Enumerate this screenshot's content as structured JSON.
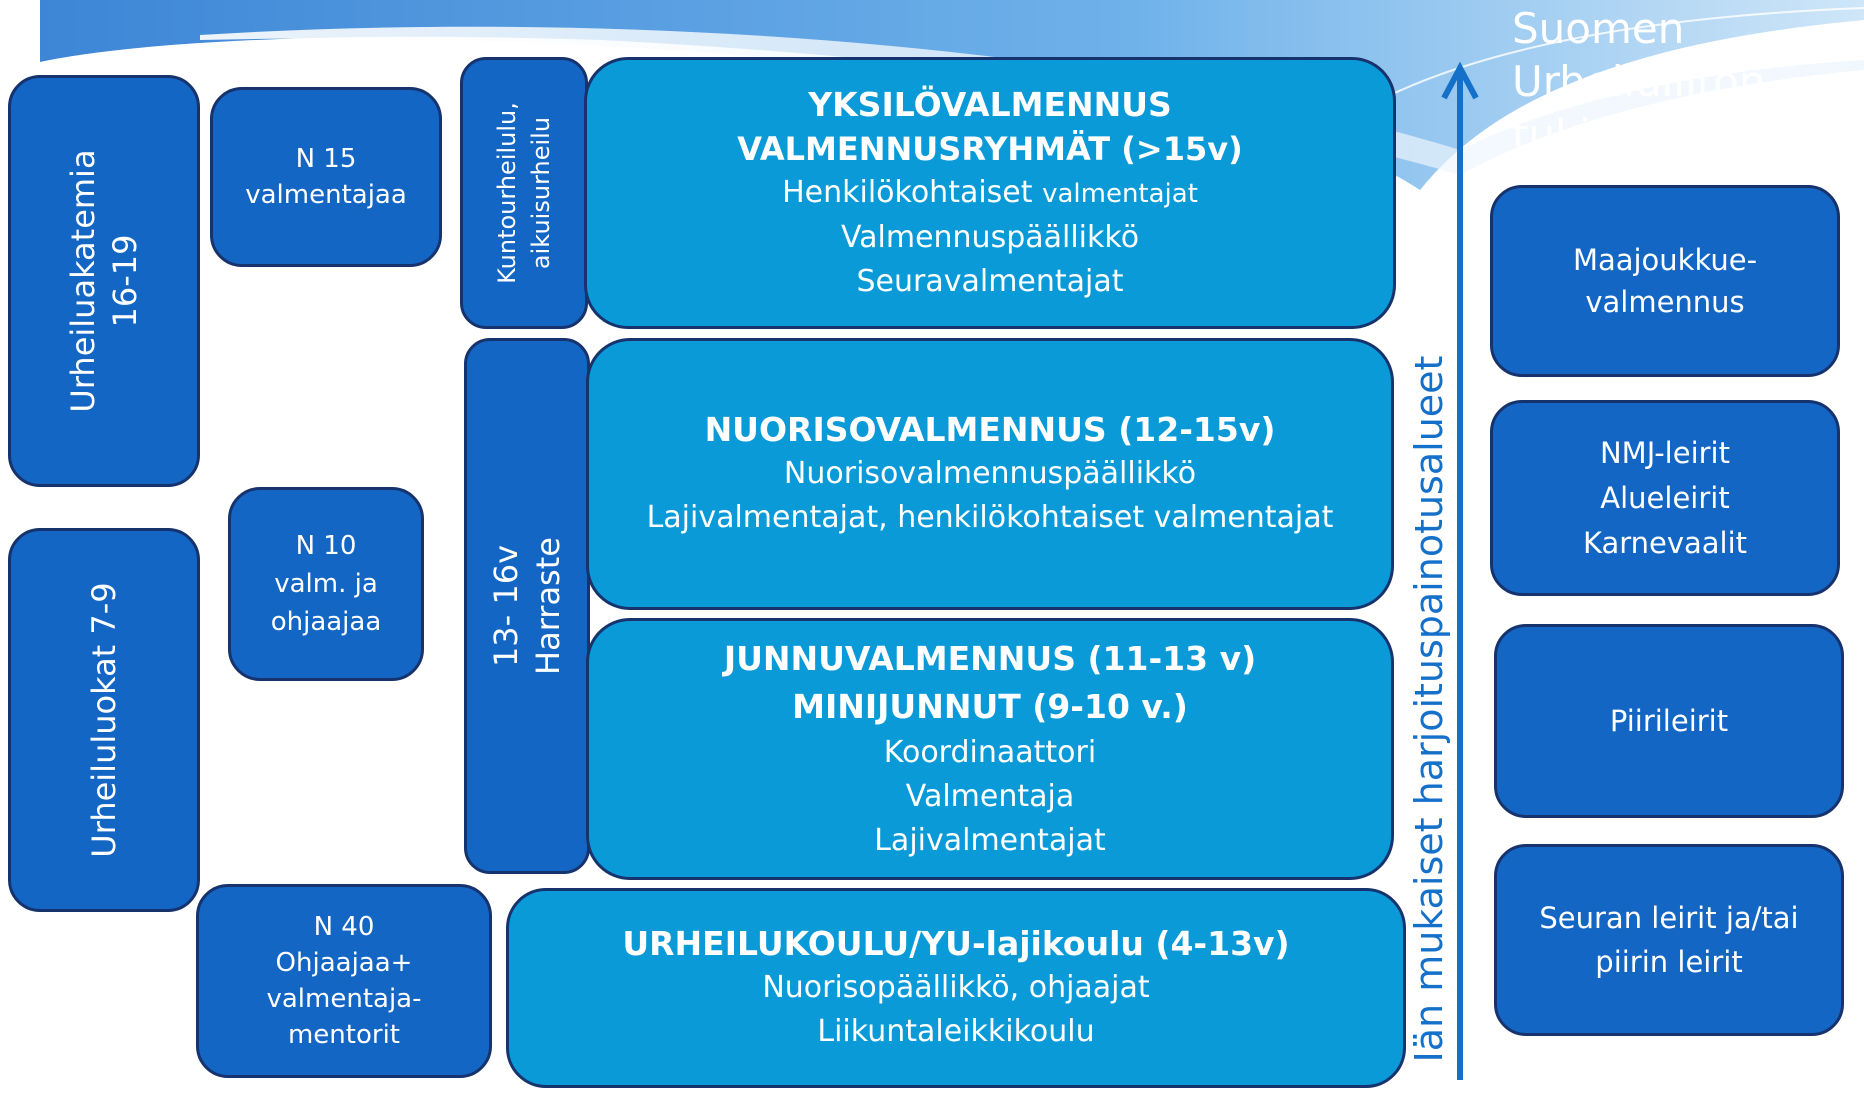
{
  "header": {
    "lines": [
      "Suomen",
      "Urheiluliiton",
      "tukipalvelut"
    ]
  },
  "left": {
    "academy": [
      "Urheiluakatemia",
      "16-19"
    ],
    "school_classes": [
      "Urheiluluokat 7-9"
    ],
    "n15": [
      "N 15",
      "valmentajaa"
    ],
    "n10": [
      "N 10",
      "valm. ja",
      "ohjaajaa"
    ],
    "n40": [
      "N 40",
      "Ohjaajaa+",
      "valmentaja-",
      "mentorit"
    ]
  },
  "middle": {
    "kunto": [
      "Kuntourheilulu,",
      "aikuisurheilu"
    ],
    "harraste": [
      "13- 16v",
      "Harraste"
    ],
    "yksilo": [
      "YKSILÖVALMENNUS",
      "VALMENNUSRYHMÄT  (>15v)",
      "Henkilökohtaiset",
      "valmentajat",
      "Valmennuspäällikkö",
      "Seuravalmentajat"
    ],
    "nuoriso": [
      "NUORISOVALMENNUS (12-15v)",
      "Nuorisovalmennuspäällikkö",
      "Lajivalmentajat, henkilökohtaiset valmentajat"
    ],
    "junnu": [
      "JUNNUVALMENNUS (11-13 v)",
      "MINIJUNNUT (9-10 v.)",
      "Koordinaattori",
      "Valmentaja",
      "Lajivalmentajat"
    ],
    "urheilukoulu": [
      "URHEILUKOULU/YU-lajikoulu (4-13v)",
      "Nuorisopäällikkö, ohjaajat",
      "Liikuntaleikkikoulu"
    ]
  },
  "axis": {
    "label": "Iän mukaiset harjoituspainotusalueet"
  },
  "right": {
    "maajoukkue": [
      "Maajoukkue-",
      "valmennus"
    ],
    "leirit": [
      "NMJ-leirit",
      "Alueleirit",
      "Karnevaalit"
    ],
    "piiri": [
      "Piirileirit"
    ],
    "seura": [
      "Seuran leirit  ja/tai",
      "piirin leirit"
    ]
  },
  "colors": {
    "dark_box": "#1466c4",
    "light_box": "#0a9ad8",
    "border": "#16336d",
    "accent_text": "#1570c9"
  }
}
